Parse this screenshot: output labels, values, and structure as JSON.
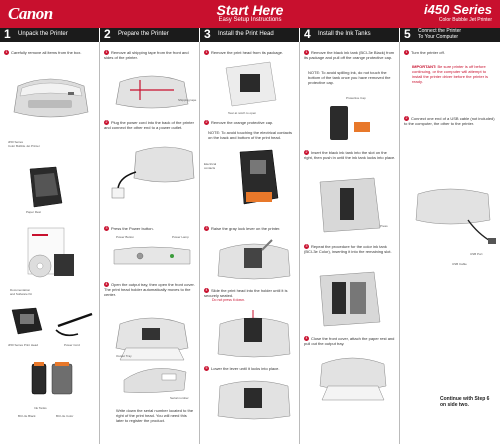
{
  "header": {
    "brand": "Canon",
    "title": "Start Here",
    "subtitle": "Easy Setup Instructions",
    "model": "i450 Series",
    "model_sub": "Color Bubble Jet Printer"
  },
  "steps": [
    {
      "number": "1",
      "title": "Unpack the Printer"
    },
    {
      "number": "2",
      "title": "Prepare the Printer"
    },
    {
      "number": "3",
      "title": "Install the Print Head"
    },
    {
      "number": "4",
      "title": "Install the Ink Tanks"
    },
    {
      "number": "5",
      "title_line1": "Connect the Printer",
      "title_line2": "To Your Computer"
    }
  ],
  "col1": {
    "instr1": "Carefully remove all items from the box.",
    "cap_printer": "i450 Series\nColor Bubble Jet Printer",
    "cap_paper": "Paper Rest",
    "cap_docs1": "Documentation",
    "cap_docs2": "and Software Kit",
    "cap_printhead": "i450 Series Print Head",
    "cap_powercord": "Power Cord",
    "cap_inktanks": "Ink Tanks",
    "cap_black": "BCI-3e Black",
    "cap_color": "BCI-3e Color"
  },
  "col2": {
    "instr1": "Remove all shipping tape from the front and sides of the printer.",
    "cap_tape": "Shipping tape",
    "instr2": "Plug the power cord into the back of the printer and connect the other end to a power outlet.",
    "instr3": "Press the Power button.",
    "cap_power_btn": "Power Button",
    "cap_power_lamp": "Power Lamp",
    "instr4": "Open the output tray, then open the front cover. The print head holder automatically moves to the center.",
    "cap_output": "Output Tray",
    "cap_serial": "Serial number",
    "instr5": "Write down the serial number located to the right of the print head. You will need this later to register the product."
  },
  "col3": {
    "instr1": "Remove the print head from its package.",
    "cap_tear": "Tear at notch to open",
    "instr2": "Remove the orange protective cap.",
    "note": "NOTE: To avoid touching the electrical contacts on the back and bottom of the print head.",
    "cap_contacts": "Electrical contacts",
    "instr3": "Raise the gray lock lever on the printer.",
    "instr4": "Slide the print head into the holder until it is securely seated.",
    "red_note": "Do not press it down.",
    "instr5": "Lower the lever until it locks into place."
  },
  "col4": {
    "instr1": "Remove the black ink tank (BCI-3e Black) from its package and pull off the orange protective cap.",
    "note": "NOTE: To avoid spilling ink, do not touch the bottom of the tank once you have removed the protective cap.",
    "cap_cap": "Protective Cap",
    "instr2": "Insert the black ink tank into the slot on the right, then push in until the ink tank locks into place.",
    "cap_press": "Press",
    "instr3": "Repeat the procedure for the color ink tank (BCI-3e Color), inserting it into the remaining slot.",
    "instr4": "Close the front cover, attach the paper rest and pull out the output tray."
  },
  "col5": {
    "instr1": "Turn the printer off.",
    "important_title": "IMPORTANT:",
    "important_text": "Be sure printer is off before continuing, or the computer will attempt to install the printer driver before the printer is ready.",
    "instr2": "Connect one end of a USB cable (not included) to the computer, the other to the printer.",
    "cap_usb": "USB Cable",
    "cap_usb_port": "USB Port",
    "continue_line1": "Continue with Step 6",
    "continue_line2": "on side two."
  },
  "colors": {
    "brand_red": "#c8102e",
    "step_bar": "#1b1b1b"
  }
}
